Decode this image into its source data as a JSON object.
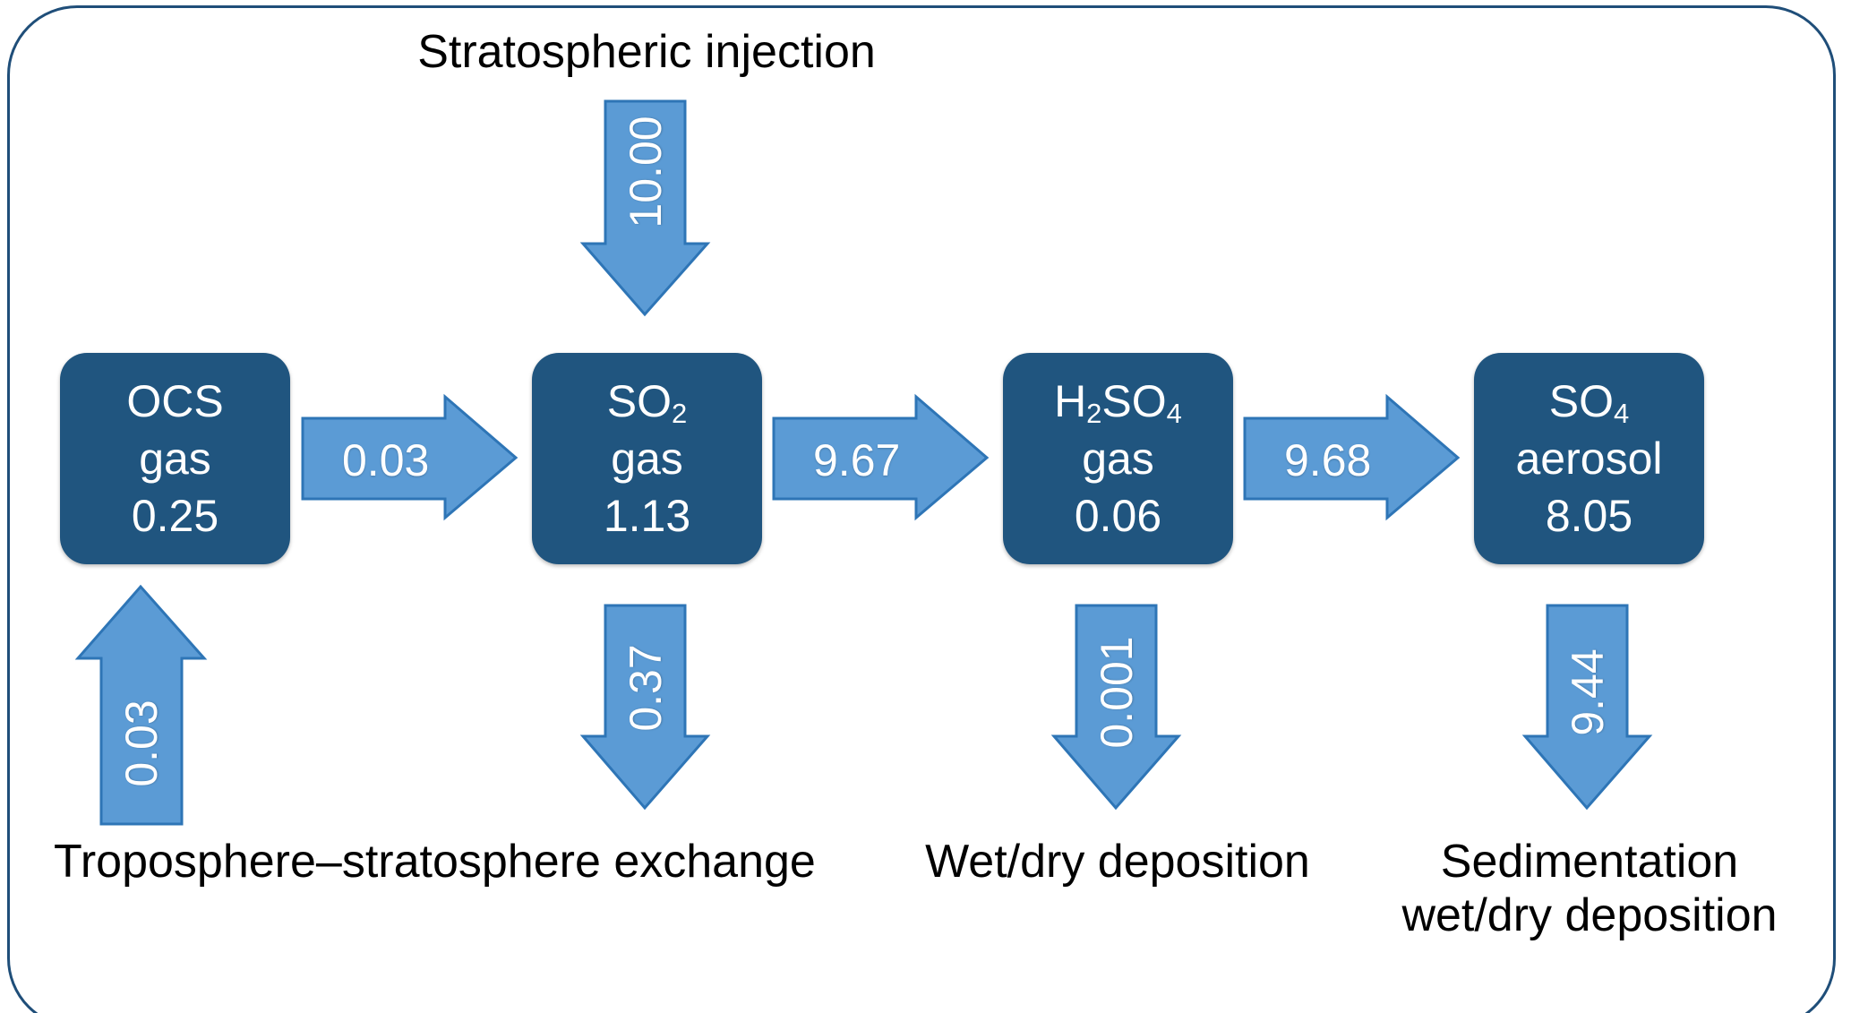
{
  "diagram": {
    "title_top": "Stratospheric injection",
    "frame_color": "#1F4E79",
    "box_color": "#20557F",
    "arrow_color": "#5B9BD5",
    "arrow_border_color": "#2E75B6",
    "text_on_box_color": "#FFFFFF",
    "caption_color": "#000000"
  },
  "boxes": [
    {
      "id": "ocs",
      "formula": "OCS",
      "state": "gas",
      "value": "0.25"
    },
    {
      "id": "so2",
      "formula": "SO2",
      "state": "gas",
      "value": "1.13"
    },
    {
      "id": "h2so4",
      "formula": "H2SO4",
      "state": "gas",
      "value": "0.06"
    },
    {
      "id": "so4",
      "formula": "SO4",
      "state": "aerosol",
      "value": "8.05"
    }
  ],
  "flows": {
    "stratospheric_injection": "10.00",
    "ocs_to_so2": "0.03",
    "so2_to_h2so4": "9.67",
    "h2so4_to_so4": "9.68",
    "troposphere_exchange_up": "0.03",
    "so2_down": "0.37",
    "h2so4_down": "0.001",
    "so4_down": "9.44"
  },
  "captions": {
    "top": "Stratospheric injection",
    "bottom_left": "Troposphere–stratosphere exchange",
    "bottom_mid": "Wet/dry deposition",
    "bottom_right": "Sedimentation\nwet/dry deposition"
  },
  "chart_data": {
    "type": "diagram",
    "title": "Stratospheric sulfur budget flow diagram",
    "units_note": "",
    "nodes": [
      {
        "label": "OCS gas",
        "value": 0.25
      },
      {
        "label": "SO2 gas",
        "value": 1.13
      },
      {
        "label": "H2SO4 gas",
        "value": 0.06
      },
      {
        "label": "SO4 aerosol",
        "value": 8.05
      }
    ],
    "edges": [
      {
        "from": "external",
        "to": "SO2 gas",
        "value": 10.0,
        "label": "Stratospheric injection",
        "direction": "down"
      },
      {
        "from": "OCS gas",
        "to": "SO2 gas",
        "value": 0.03,
        "label": "",
        "direction": "right"
      },
      {
        "from": "SO2 gas",
        "to": "H2SO4 gas",
        "value": 9.67,
        "label": "",
        "direction": "right"
      },
      {
        "from": "H2SO4 gas",
        "to": "SO4 aerosol",
        "value": 9.68,
        "label": "",
        "direction": "right"
      },
      {
        "from": "external",
        "to": "OCS gas",
        "value": 0.03,
        "label": "Troposphere–stratosphere exchange",
        "direction": "up"
      },
      {
        "from": "SO2 gas",
        "to": "external",
        "value": 0.37,
        "label": "Troposphere–stratosphere exchange",
        "direction": "down"
      },
      {
        "from": "H2SO4 gas",
        "to": "external",
        "value": 0.001,
        "label": "Wet/dry deposition",
        "direction": "down"
      },
      {
        "from": "SO4 aerosol",
        "to": "external",
        "value": 9.44,
        "label": "Sedimentation wet/dry deposition",
        "direction": "down"
      }
    ]
  }
}
